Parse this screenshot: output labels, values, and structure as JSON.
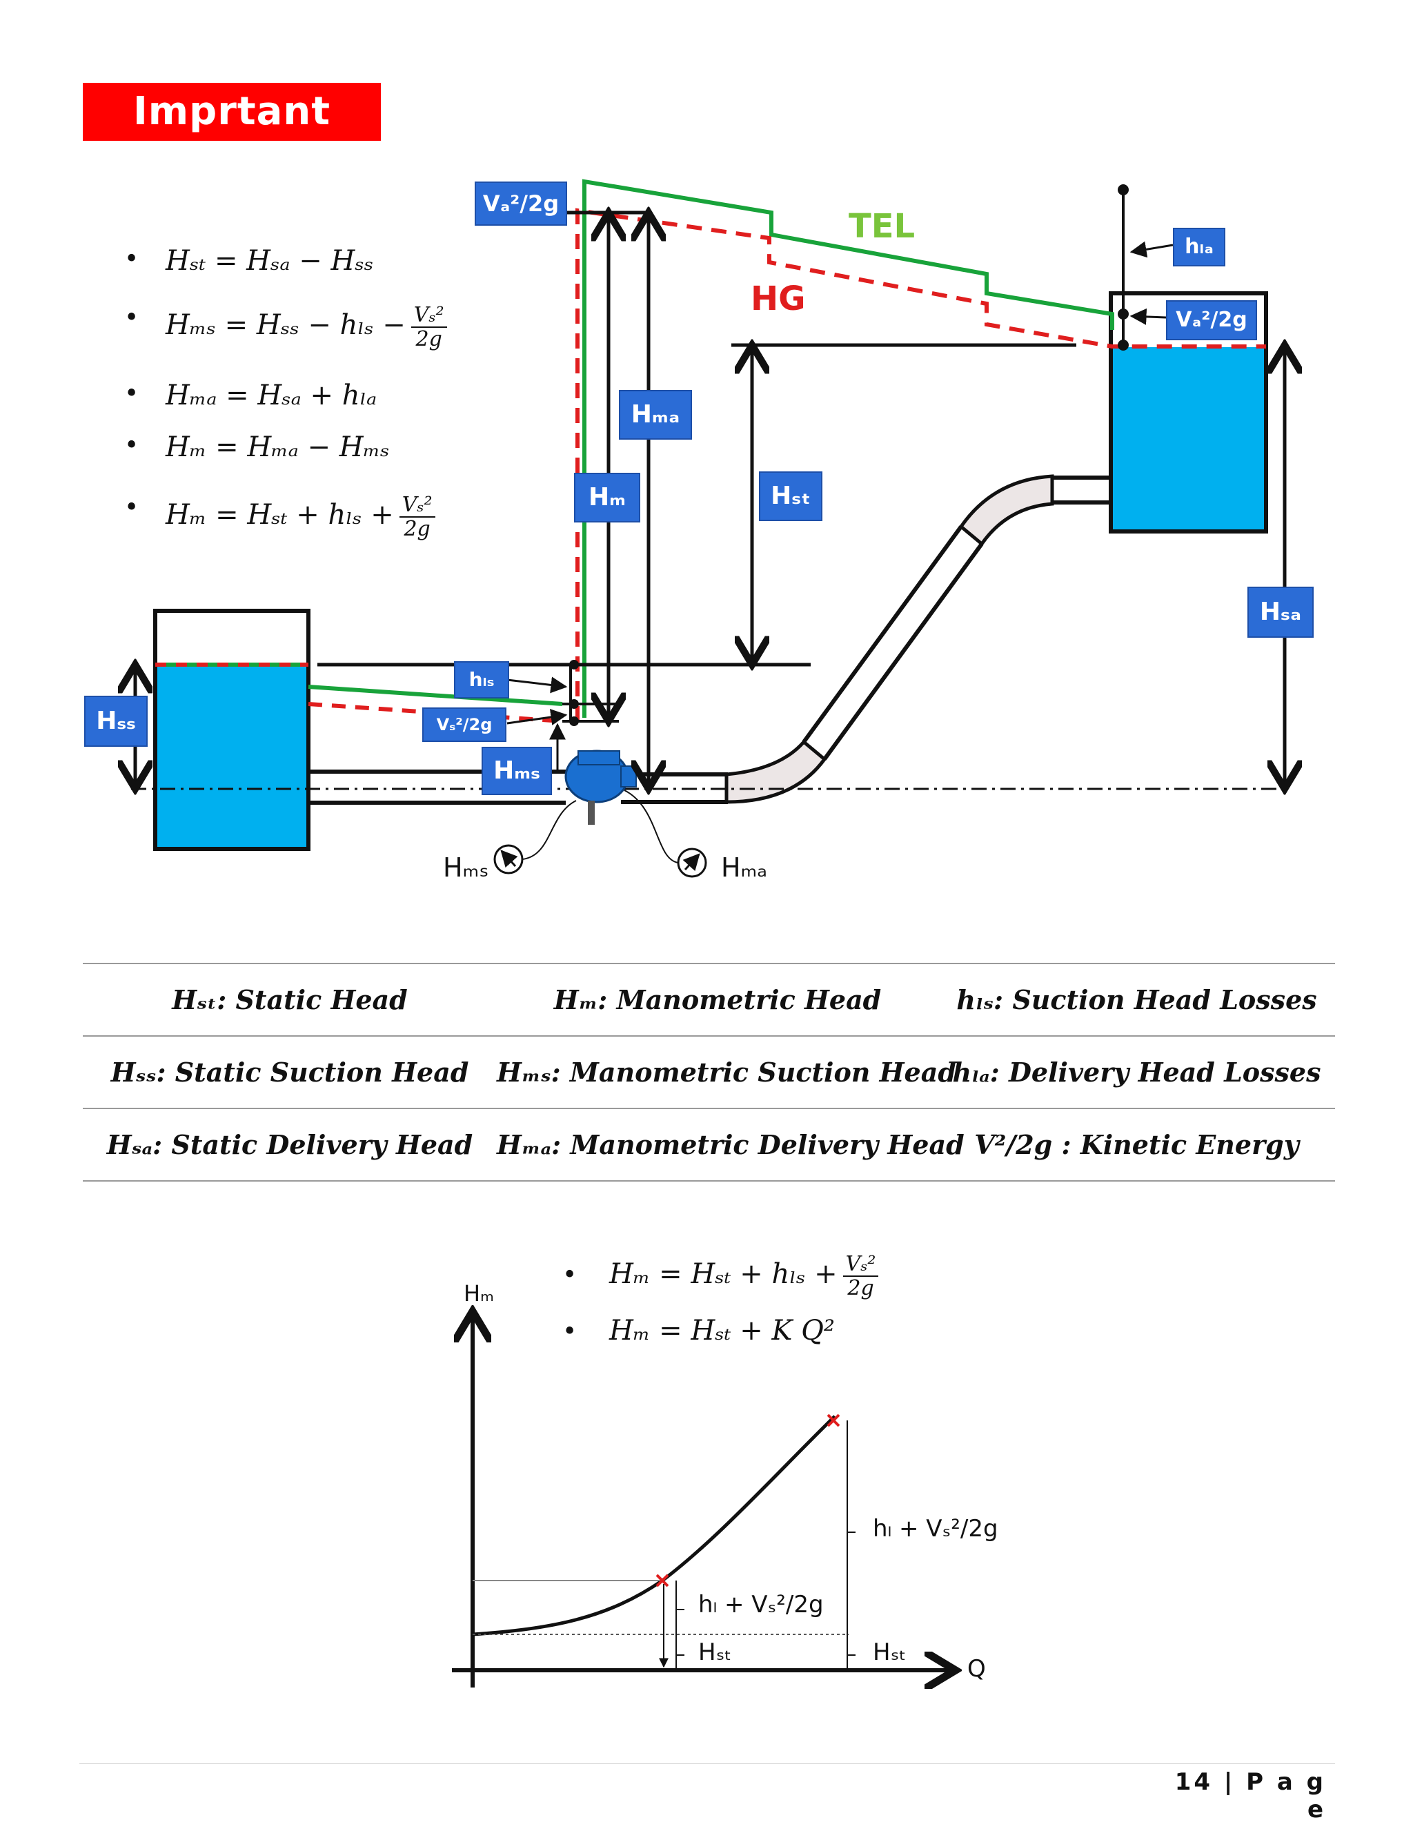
{
  "header": {
    "title": "Imprtant Note"
  },
  "formulas": [
    {
      "lhs": "Hₛₜ = Hₛₐ − Hₛₛ"
    },
    {
      "lhs": "Hₘₛ = Hₛₛ − hₗₛ −",
      "num": "Vₛ²",
      "den": "2g"
    },
    {
      "lhs": "Hₘₐ = Hₛₐ + hₗₐ"
    },
    {
      "lhs": "Hₘ = Hₘₐ − Hₘₛ"
    },
    {
      "lhs": "Hₘ = Hₛₜ + hₗₛ +",
      "num": "Vₛ²",
      "den": "2g"
    }
  ],
  "diagram": {
    "labels": {
      "vd2g_top": "Vₐ²/2g",
      "tel": "TEL",
      "hg": "HG",
      "hld": "hₗₐ",
      "vd2g_right": "Vₐ²/2g",
      "hmd": "Hₘₐ",
      "hm": "Hₘ",
      "hst": "Hₛₜ",
      "hsd": "Hₛₐ",
      "hss": "Hₛₛ",
      "hls": "hₗₛ",
      "vs2g": "Vₛ²/2g",
      "hms": "Hₘₛ",
      "gauge_hms": "Hₘₛ",
      "gauge_hmd": "Hₘₐ"
    },
    "colors": {
      "tel": "#18a33a",
      "hg": "#e01e1e",
      "water": "#00b0ef",
      "label_bg": "#2b6cd6"
    }
  },
  "legend_table": [
    [
      "Hₛₜ: Static Head",
      "Hₘ: Manometric Head",
      "hₗₛ: Suction Head Losses"
    ],
    [
      "Hₛₛ: Static Suction Head",
      "Hₘₛ: Manometric Suction Head",
      "hₗₐ: Delivery Head Losses"
    ],
    [
      "Hₛₐ: Static Delivery Head",
      "Hₘₐ: Manometric Delivery Head",
      "V²/2g : Kinetic Energy"
    ]
  ],
  "graph": {
    "formulas": [
      {
        "lhs": "Hₘ = Hₛₜ + hₗₛ +",
        "num": "Vₛ²",
        "den": "2g"
      },
      {
        "lhs": "Hₘ = Hₛₜ + K Q²"
      }
    ],
    "y_axis": "Hₘ",
    "x_axis": "Q",
    "label_loss_low": "hₗ + Vₛ²/2g",
    "label_loss_high": "hₗ + Vₛ²/2g",
    "label_hst_low": "Hₛₜ",
    "label_hst_high": "Hₛₜ"
  },
  "footer": {
    "page": "14 | P a g e"
  }
}
